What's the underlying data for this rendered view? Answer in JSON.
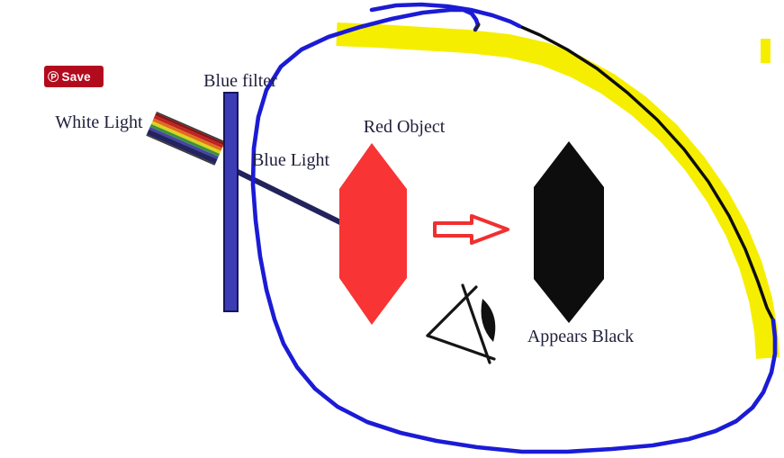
{
  "overlay": {
    "save_button": {
      "icon": "pinterest-logo-icon",
      "icon_glyph": "℗",
      "label": "Save",
      "background": "#b20b1e"
    }
  },
  "diagram": {
    "labels": {
      "white_light": "White Light",
      "blue_filter": "Blue filter",
      "blue_light": "Blue Light",
      "red_object": "Red Object",
      "appears_black": "Appears Black"
    },
    "elements": {
      "white_light_beam": {
        "type": "rainbow-beam",
        "stripe_colors": [
          "#8a1616",
          "#c32222",
          "#df6e1e",
          "#dcd41f",
          "#3f9040",
          "#4444a6",
          "#23235f"
        ]
      },
      "blue_filter_bar": {
        "fill": "#3c3cb4",
        "border": "#16165e"
      },
      "blue_light_beam": {
        "color": "#23235c"
      },
      "red_object_shape": {
        "shape": "hexagon",
        "color": "#f83434"
      },
      "black_object_shape": {
        "shape": "hexagon",
        "color": "#0d0d0d"
      },
      "result_arrow": {
        "direction": "right",
        "outline": "#f03030",
        "fill": "#ffffff"
      },
      "eye_icon": {
        "color": "#151515"
      }
    }
  },
  "annotations": {
    "highlighter_stroke": {
      "color": "#f6ee00"
    },
    "highlighter_dash": {
      "color": "#f6ee00"
    },
    "pen_circle": {
      "color": "#1b1bd6"
    },
    "pen_dark_arc": {
      "color": "#0e0e0e"
    }
  }
}
